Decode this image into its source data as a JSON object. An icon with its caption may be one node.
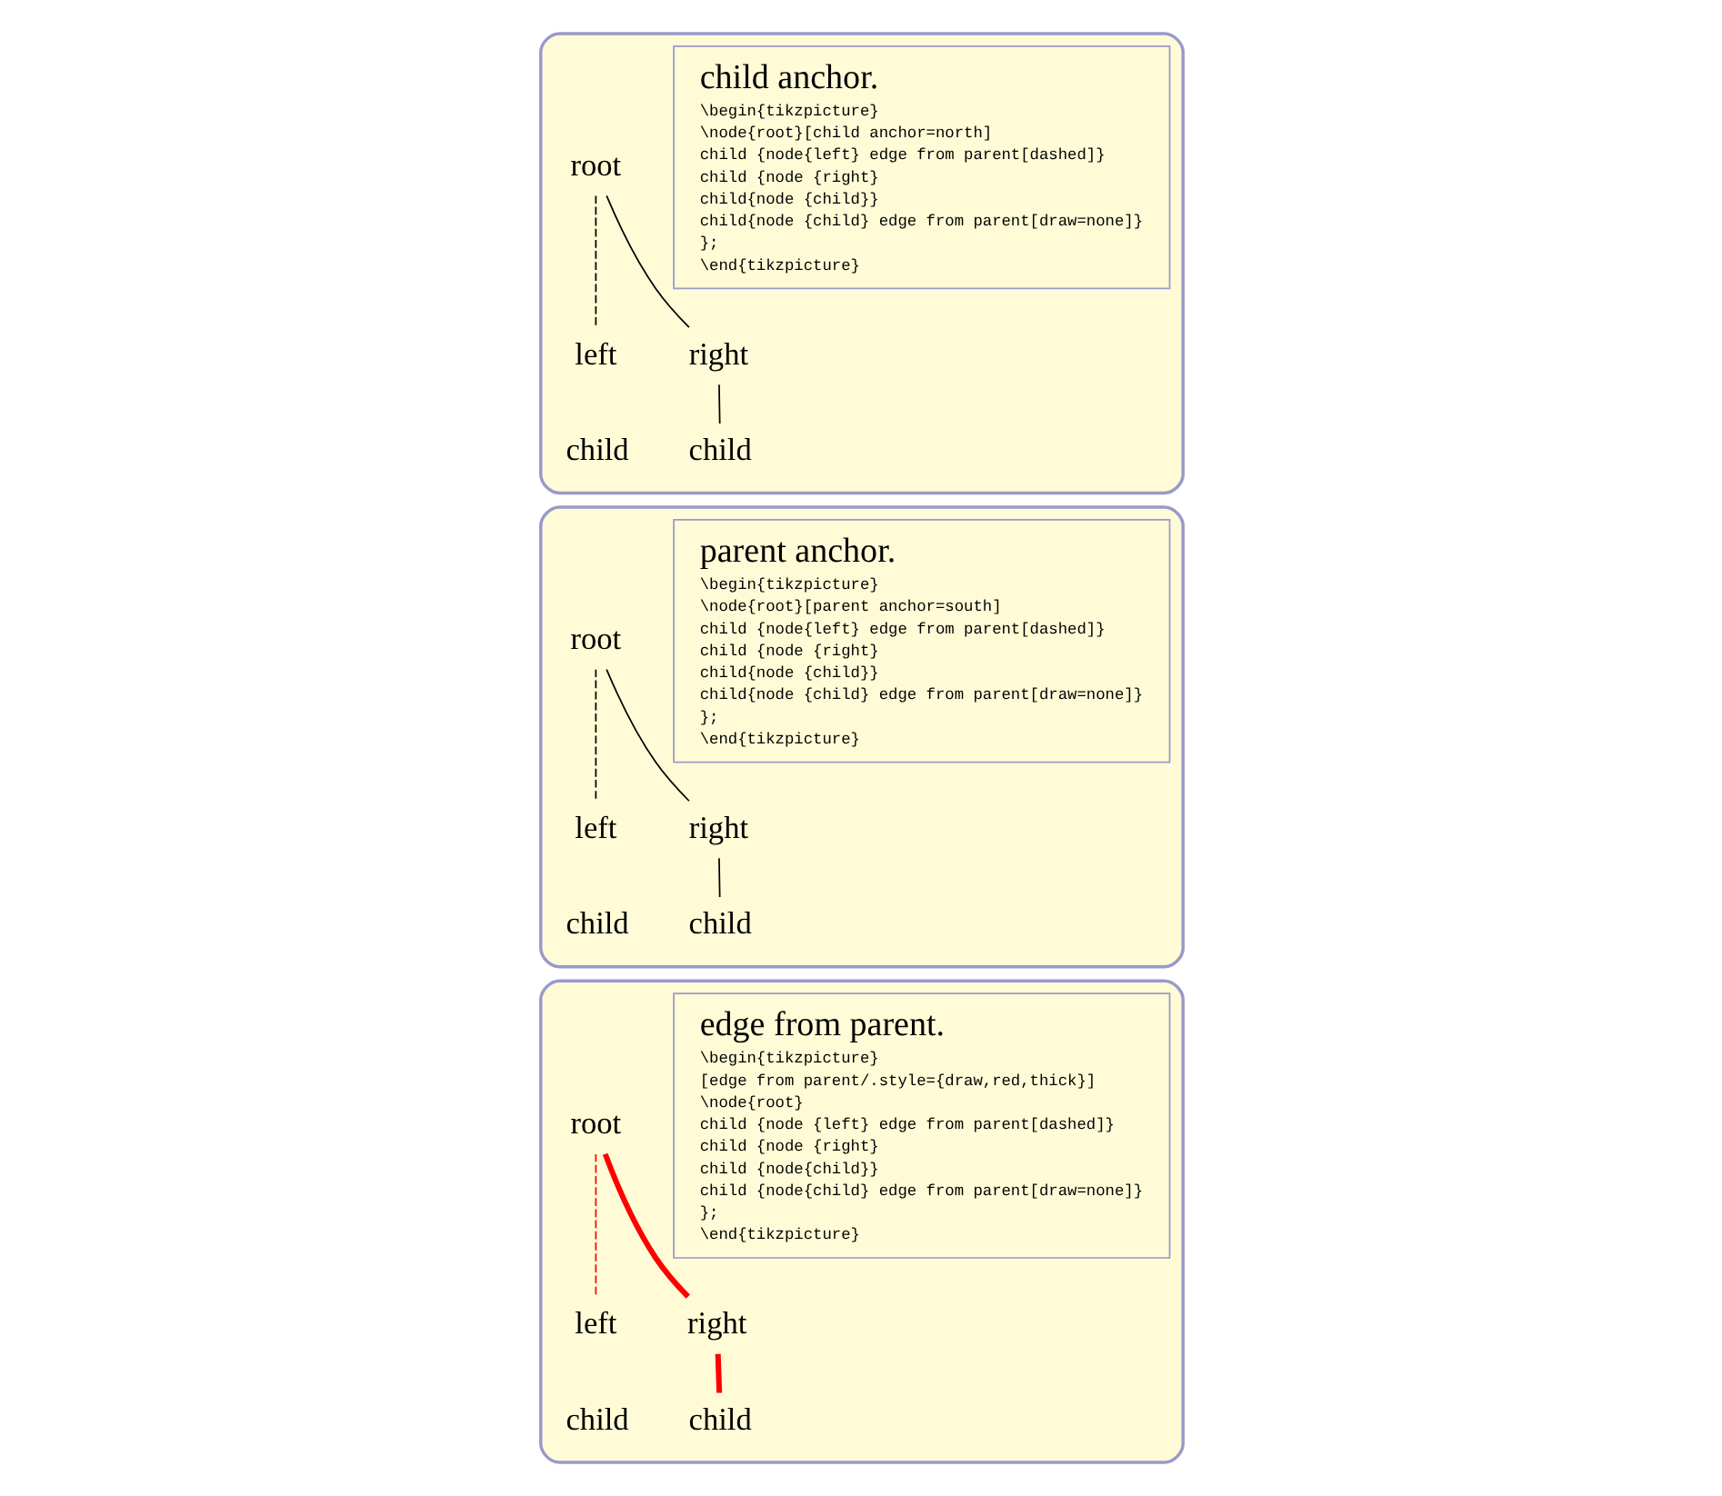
{
  "diagram": {
    "nodes": [
      {
        "text": [],
        "shape": "box"
      },
      {
        "text": [
          "root"
        ],
        "in": 0
      },
      {
        "text": [
          "left"
        ],
        "in": 0
      },
      {
        "text": [
          "right"
        ],
        "in": 0
      },
      {
        "text": [
          "child"
        ],
        "in": 0
      },
      {
        "text": [
          "child"
        ],
        "in": 0
      },
      {
        "text": [
          "child anchor.",
          "\\begin{tikzpicture}",
          "\\node{root}[child anchor=north]",
          "child {node{left} edge from parent[dashed]}",
          "child {node {right}",
          "child{node {child}}",
          "child{node {child} edge from parent[draw=none]}",
          "};",
          "\\end{tikzpicture}"
        ],
        "in": 0
      },
      {
        "text": [],
        "shape": "box"
      },
      {
        "text": [
          "root"
        ],
        "in": 7
      },
      {
        "text": [
          "left"
        ],
        "in": 7
      },
      {
        "text": [
          "right"
        ],
        "in": 7
      },
      {
        "text": [
          "child"
        ],
        "in": 7
      },
      {
        "text": [
          "child"
        ],
        "in": 7
      },
      {
        "text": [
          "parent anchor.",
          "\\begin{tikzpicture}",
          "\\node{root}[parent anchor=south]",
          "child {node{left} edge from parent[dashed]}",
          "child {node {right}",
          "child{node {child}}",
          "child{node {child} edge from parent[draw=none]}",
          "};",
          "\\end{tikzpicture}"
        ],
        "in": 7
      },
      {
        "text": [],
        "shape": "box"
      },
      {
        "text": [
          "root"
        ],
        "in": 14
      },
      {
        "text": [
          "left"
        ],
        "in": 14
      },
      {
        "text": [
          "right"
        ],
        "in": 14
      },
      {
        "text": [
          "child"
        ],
        "in": 14
      },
      {
        "text": [
          "child"
        ],
        "in": 14
      },
      {
        "text": [
          "edge from parent.",
          "\\begin{tikzpicture}",
          "[edge from parent/.style={draw,red,thick}]",
          "\\node{root}",
          "child {node {left} edge from parent[dashed]}",
          "child {node {right}",
          "child {node{child}}",
          "child {node{child} edge from parent[draw=none]}",
          "};",
          "\\end{tikzpicture}"
        ],
        "in": 14
      }
    ],
    "edges": [
      {
        "from": 1,
        "to": 2,
        "arrow": "none",
        "style": "dashed"
      },
      {
        "from": 1,
        "to": 3,
        "arrow": "none"
      },
      {
        "from": 3,
        "to": 4,
        "arrow": "none"
      },
      {
        "from": 8,
        "to": 9,
        "arrow": "none",
        "style": "dashed"
      },
      {
        "from": 8,
        "to": 10,
        "arrow": "none"
      },
      {
        "from": 10,
        "to": 11,
        "arrow": "none"
      },
      {
        "from": 15,
        "to": 16,
        "arrow": "none",
        "style": "dashed",
        "color": "#ff0000"
      },
      {
        "from": 15,
        "to": 17,
        "arrow": "none",
        "style": "thick",
        "color": "#ff0000"
      },
      {
        "from": 17,
        "to": 18,
        "arrow": "none",
        "style": "thick",
        "color": "#ff0000"
      }
    ]
  }
}
